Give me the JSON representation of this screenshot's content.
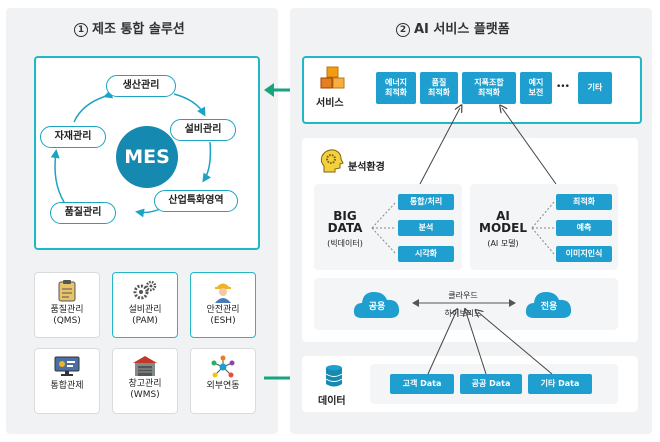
{
  "left_panel": {
    "number": "1",
    "title": "제조 통합 솔루션",
    "mes": {
      "center": "MES",
      "cycle": [
        "생산관리",
        "설비관리",
        "산업특화영역",
        "품질관리",
        "자재관리"
      ]
    },
    "tiles": [
      {
        "label": "품질관리\n(QMS)",
        "icon": "clipboard-icon"
      },
      {
        "label": "설비관리\n(PAM)",
        "icon": "gears-icon"
      },
      {
        "label": "안전관리\n(ESH)",
        "icon": "worker-icon"
      },
      {
        "label": "통합관제",
        "icon": "monitor-icon"
      },
      {
        "label": "창고관리\n(WMS)",
        "icon": "warehouse-icon"
      },
      {
        "label": "외부연동",
        "icon": "network-icon"
      }
    ]
  },
  "right_panel": {
    "number": "2",
    "title": "AI 서비스 플랫폼",
    "service": {
      "label": "서비스",
      "icon": "boxes-icon",
      "items": [
        "에너지\n최적화",
        "품질\n최적화",
        "지폭조합\n최적화",
        "예지\n보전",
        "기타"
      ],
      "ellipsis": "•••"
    },
    "analysis": {
      "label": "분석환경",
      "icon": "head-gear-icon",
      "big_data": {
        "title": "BIG\nDATA",
        "subtitle": "(빅데이터)",
        "items": [
          "통합/처리",
          "분석",
          "시각화"
        ]
      },
      "ai_model": {
        "title": "AI\nMODEL",
        "subtitle": "(AI 모델)",
        "items": [
          "최적화",
          "예측",
          "이미지인식"
        ]
      },
      "cloud": {
        "public": "공용",
        "private": "전용",
        "mid_top": "클라우드",
        "mid_bottom": "하이브리드"
      }
    },
    "data": {
      "label": "데이터",
      "icon": "database-icon",
      "items": [
        "고객 Data",
        "공공 Data",
        "기타 Data"
      ]
    }
  },
  "colors": {
    "accent": "#21b8c6",
    "chip": "#1e9fd0",
    "mes_circle": "#1589b0",
    "arrow": "#17a37f",
    "panel_bg": "#f1f2f3"
  }
}
